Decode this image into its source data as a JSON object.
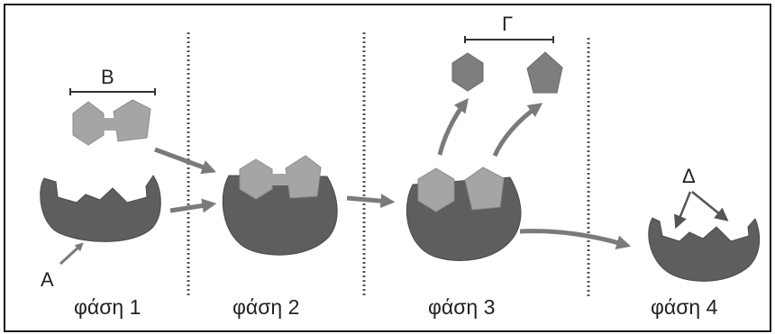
{
  "labels": {
    "A": "Α",
    "B": "Β",
    "G": "Γ",
    "D": "Δ"
  },
  "phases": [
    "φάση 1",
    "φάση 2",
    "φάση 3",
    "φάση 4"
  ],
  "colors": {
    "enzyme": "#5e5e5e",
    "substrate": "#a5a5a5",
    "product": "#7e7e7e",
    "arrow": "#7a7a7a",
    "divider": "#555555",
    "text": "#222222"
  }
}
